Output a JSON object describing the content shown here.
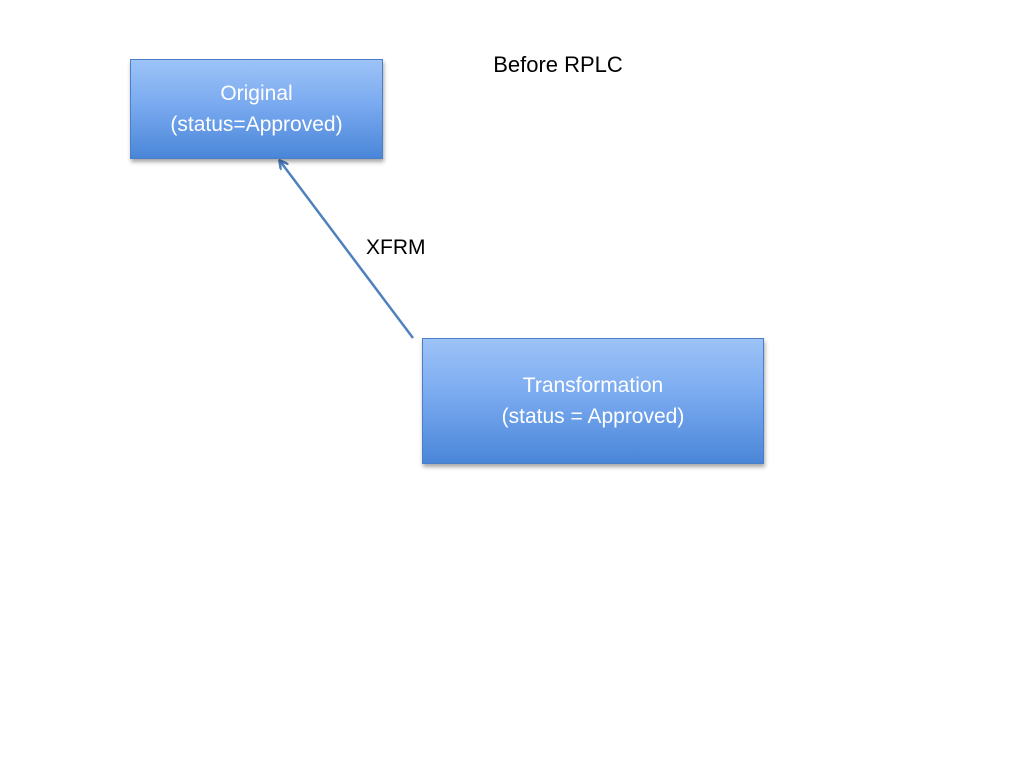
{
  "slide": {
    "title": "Before RPLC"
  },
  "nodes": {
    "original": {
      "line1": "Original",
      "line2": "(status=Approved)"
    },
    "transformation": {
      "line1": "Transformation",
      "line2": "(status = Approved)"
    }
  },
  "edges": {
    "xfrm": {
      "label": "XFRM",
      "from": "transformation",
      "to": "original"
    }
  },
  "colors": {
    "box_fill_top": "#9dc3f7",
    "box_fill_bottom": "#4a86d8",
    "box_text": "#ffffff",
    "connector": "#4f81bd"
  }
}
